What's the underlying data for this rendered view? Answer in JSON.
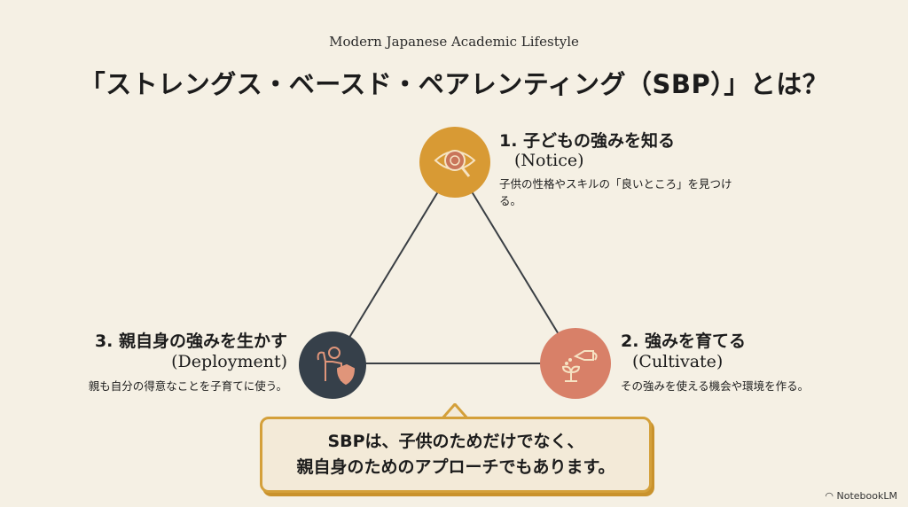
{
  "header": {
    "subtitle": "Modern Japanese Academic Lifestyle",
    "title": "「ストレングス・ベースド・ペアレンティング（SBP）」とは？"
  },
  "steps": [
    {
      "title": "1. 子どもの強みを知る",
      "english": "(Notice)",
      "desc": "子供の性格やスキルの「良いところ」を見つける。",
      "icon": "eye-magnifier-icon",
      "color": "#d89a34"
    },
    {
      "title": "2. 強みを育てる",
      "english": "(Cultivate)",
      "desc": "その強みを使える機会や環境を作る。",
      "icon": "watering-can-sprout-icon",
      "color": "#d88068"
    },
    {
      "title": "3. 親自身の強みを生かす",
      "english": "(Deployment)",
      "desc": "親も自分の得意なことを子育てに使う。",
      "icon": "strong-person-shield-icon",
      "color": "#36404a"
    }
  ],
  "callout": {
    "line1": "SBPは、子供のためだけでなく、",
    "line2": "親自身のためのアプローチでもあります。"
  },
  "footer": {
    "logo": "NotebookLM"
  }
}
